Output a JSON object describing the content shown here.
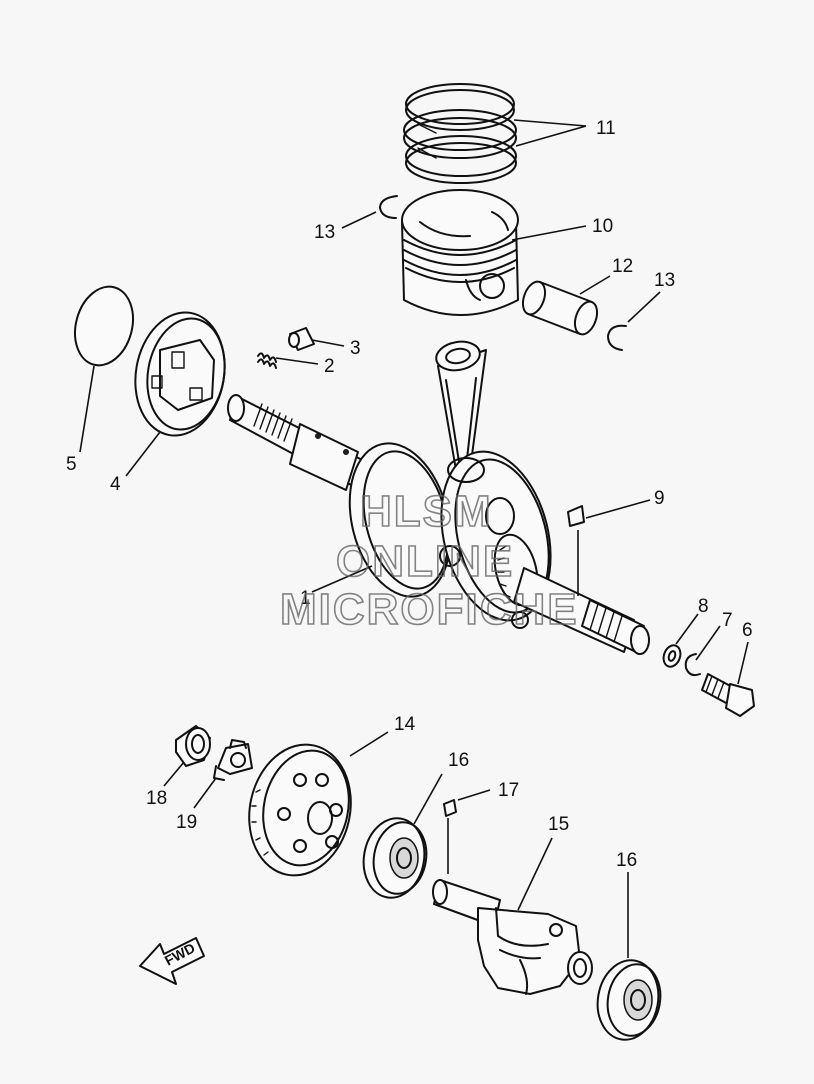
{
  "diagram": {
    "callouts": [
      {
        "id": "c1",
        "label": "1"
      },
      {
        "id": "c2",
        "label": "2"
      },
      {
        "id": "c3",
        "label": "3"
      },
      {
        "id": "c4",
        "label": "4"
      },
      {
        "id": "c5",
        "label": "5"
      },
      {
        "id": "c6",
        "label": "6"
      },
      {
        "id": "c7",
        "label": "7"
      },
      {
        "id": "c8",
        "label": "8"
      },
      {
        "id": "c9",
        "label": "9"
      },
      {
        "id": "c10",
        "label": "10"
      },
      {
        "id": "c11",
        "label": "11"
      },
      {
        "id": "c12",
        "label": "12"
      },
      {
        "id": "c13a",
        "label": "13"
      },
      {
        "id": "c13b",
        "label": "13"
      },
      {
        "id": "c14",
        "label": "14"
      },
      {
        "id": "c15",
        "label": "15"
      },
      {
        "id": "c16a",
        "label": "16"
      },
      {
        "id": "c16b",
        "label": "16"
      },
      {
        "id": "c17",
        "label": "17"
      },
      {
        "id": "c18",
        "label": "18"
      },
      {
        "id": "c19",
        "label": "19"
      }
    ],
    "fwd_label": "FWD",
    "watermark": {
      "line1": "HLSM",
      "line2": "ONLINE",
      "line3": "MICROFICHE"
    }
  }
}
